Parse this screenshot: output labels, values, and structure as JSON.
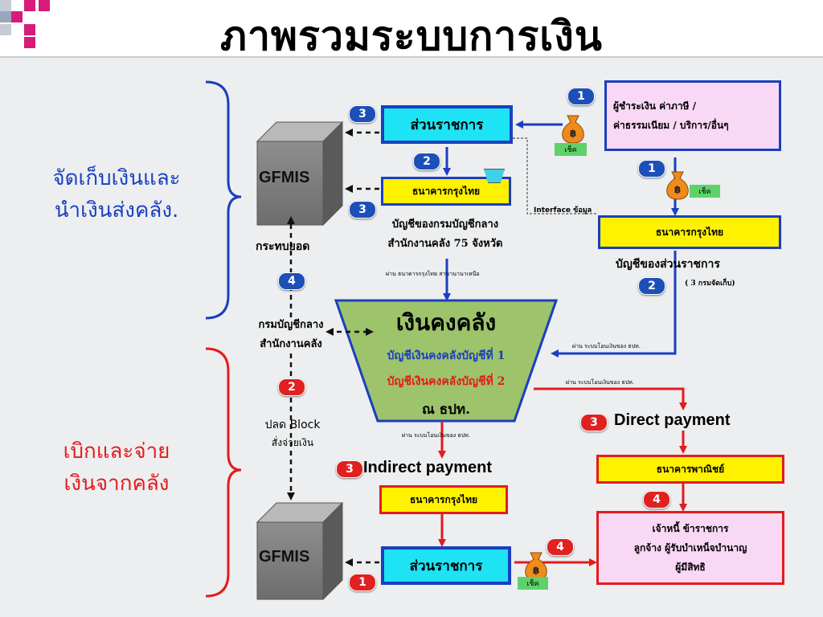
{
  "title": "ภาพรวมระบบการเงิน",
  "left_labels": {
    "collect_line1": "จัดเก็บเงินและ",
    "collect_line2": "นำเงินส่งคลัง.",
    "disburse_line1": "เบิกและจ่าย",
    "disburse_line2": "เงินจากคลัง"
  },
  "gfmis_label": "GFMIS",
  "top": {
    "agency_box": "ส่วนราชการ",
    "ktb_box": "ธนาคารกรุงไทย",
    "cgd_account_line1": "บัญชีของกรมบัญชีกลาง",
    "cgd_account_line2": "สำนักงานคลัง 75 จังหวัด",
    "via_ktb_note": "ผ่าน ธนาคารกรุงไทย สาขานานาเหนือ",
    "interface_note": "Interface ข้อมูล",
    "payer_box_line1": "ผู้ชำระเงิน ค่าภาษี /",
    "payer_box_line2": "ค่าธรรมเนียม / บริการ/อื่นๆ",
    "right_ktb_box": "ธนาคารกรุงไทย",
    "agency_account": "บัญชีของส่วนราชการ",
    "collecting_depts": "( 3 กรมจัดเก็บ)",
    "cheque": "เช็ค",
    "baht": "฿",
    "reconcile": "กระทบยอด",
    "via_bot_1": "ผ่าน ระบบโอนเงินของ ธปท."
  },
  "treasury": {
    "title": "เงินคงคลัง",
    "account1": "บัญชีเงินคงคลังบัญชีที่ 1",
    "account2": "บัญชีเงินคงคลังบัญชีที่ 2",
    "at_bot": "ณ ธปท."
  },
  "middle": {
    "cgd_line1": "กรมบัญชีกลาง",
    "cgd_line2": "สำนักงานคลัง",
    "unblock_line1": "ปลด Block",
    "unblock_line2": "สั่งจ่ายเงิน",
    "via_bot_2": "ผ่าน ระบบโอนเงินของ ธปท.",
    "via_bot_3": "ผ่าน ระบบโอนเงินของ ธปท."
  },
  "bottom": {
    "direct_payment": "Direct payment",
    "indirect_payment": "Indirect payment",
    "commercial_bank_box": "ธนาคารพาณิชย์",
    "ktb_box": "ธนาคารกรุงไทย",
    "agency_box": "ส่วนราชการ",
    "creditor_line1": "เจ้าหนี้  ข้าราชการ",
    "creditor_line2": "ลูกจ้าง  ผู้รับบำเหน็จบำนาญ",
    "creditor_line3": "ผู้มีสิทธิ"
  },
  "badges": {
    "b1": "3",
    "b2": "2",
    "b3": "3",
    "b4": "4",
    "b5": "1",
    "b6": "1",
    "b7": "2",
    "r1": "2",
    "r2": "3",
    "r3": "3",
    "r4": "4",
    "r5": "4",
    "r6": "1"
  },
  "colors": {
    "blue": "#1a3fbf",
    "red": "#e41b1b",
    "cyan": "#1ee3f5",
    "yellow": "#fff200",
    "pink": "#f9d8f5",
    "treasury_green": "#9dc36b"
  }
}
